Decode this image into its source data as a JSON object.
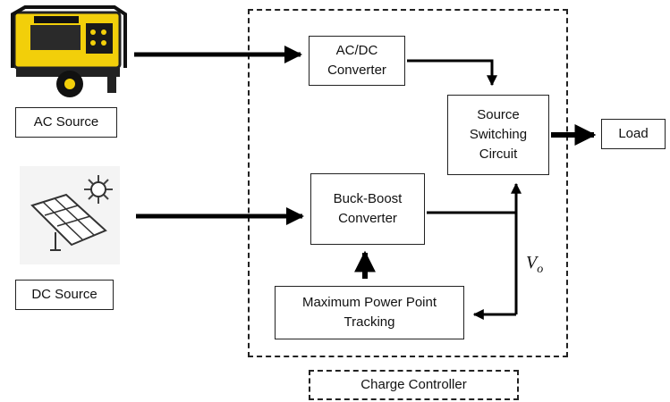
{
  "sources": {
    "ac": {
      "label": "AC Source",
      "icon": "generator-icon"
    },
    "dc": {
      "label": "DC Source",
      "icon": "solar-panel-icon"
    }
  },
  "blocks": {
    "acdc": "AC/DC\nConverter",
    "buckboost": "Buck-Boost\nConverter",
    "switching": "Source\nSwitching\nCircuit",
    "mppt": "Maximum Power Point\nTracking",
    "load": "Load"
  },
  "controller": {
    "label": "Charge Controller"
  },
  "signal": {
    "symbol": "V",
    "subscript": "o"
  },
  "colors": {
    "line": "#000000",
    "border": "#222222",
    "generator": "#f2cf0a"
  }
}
